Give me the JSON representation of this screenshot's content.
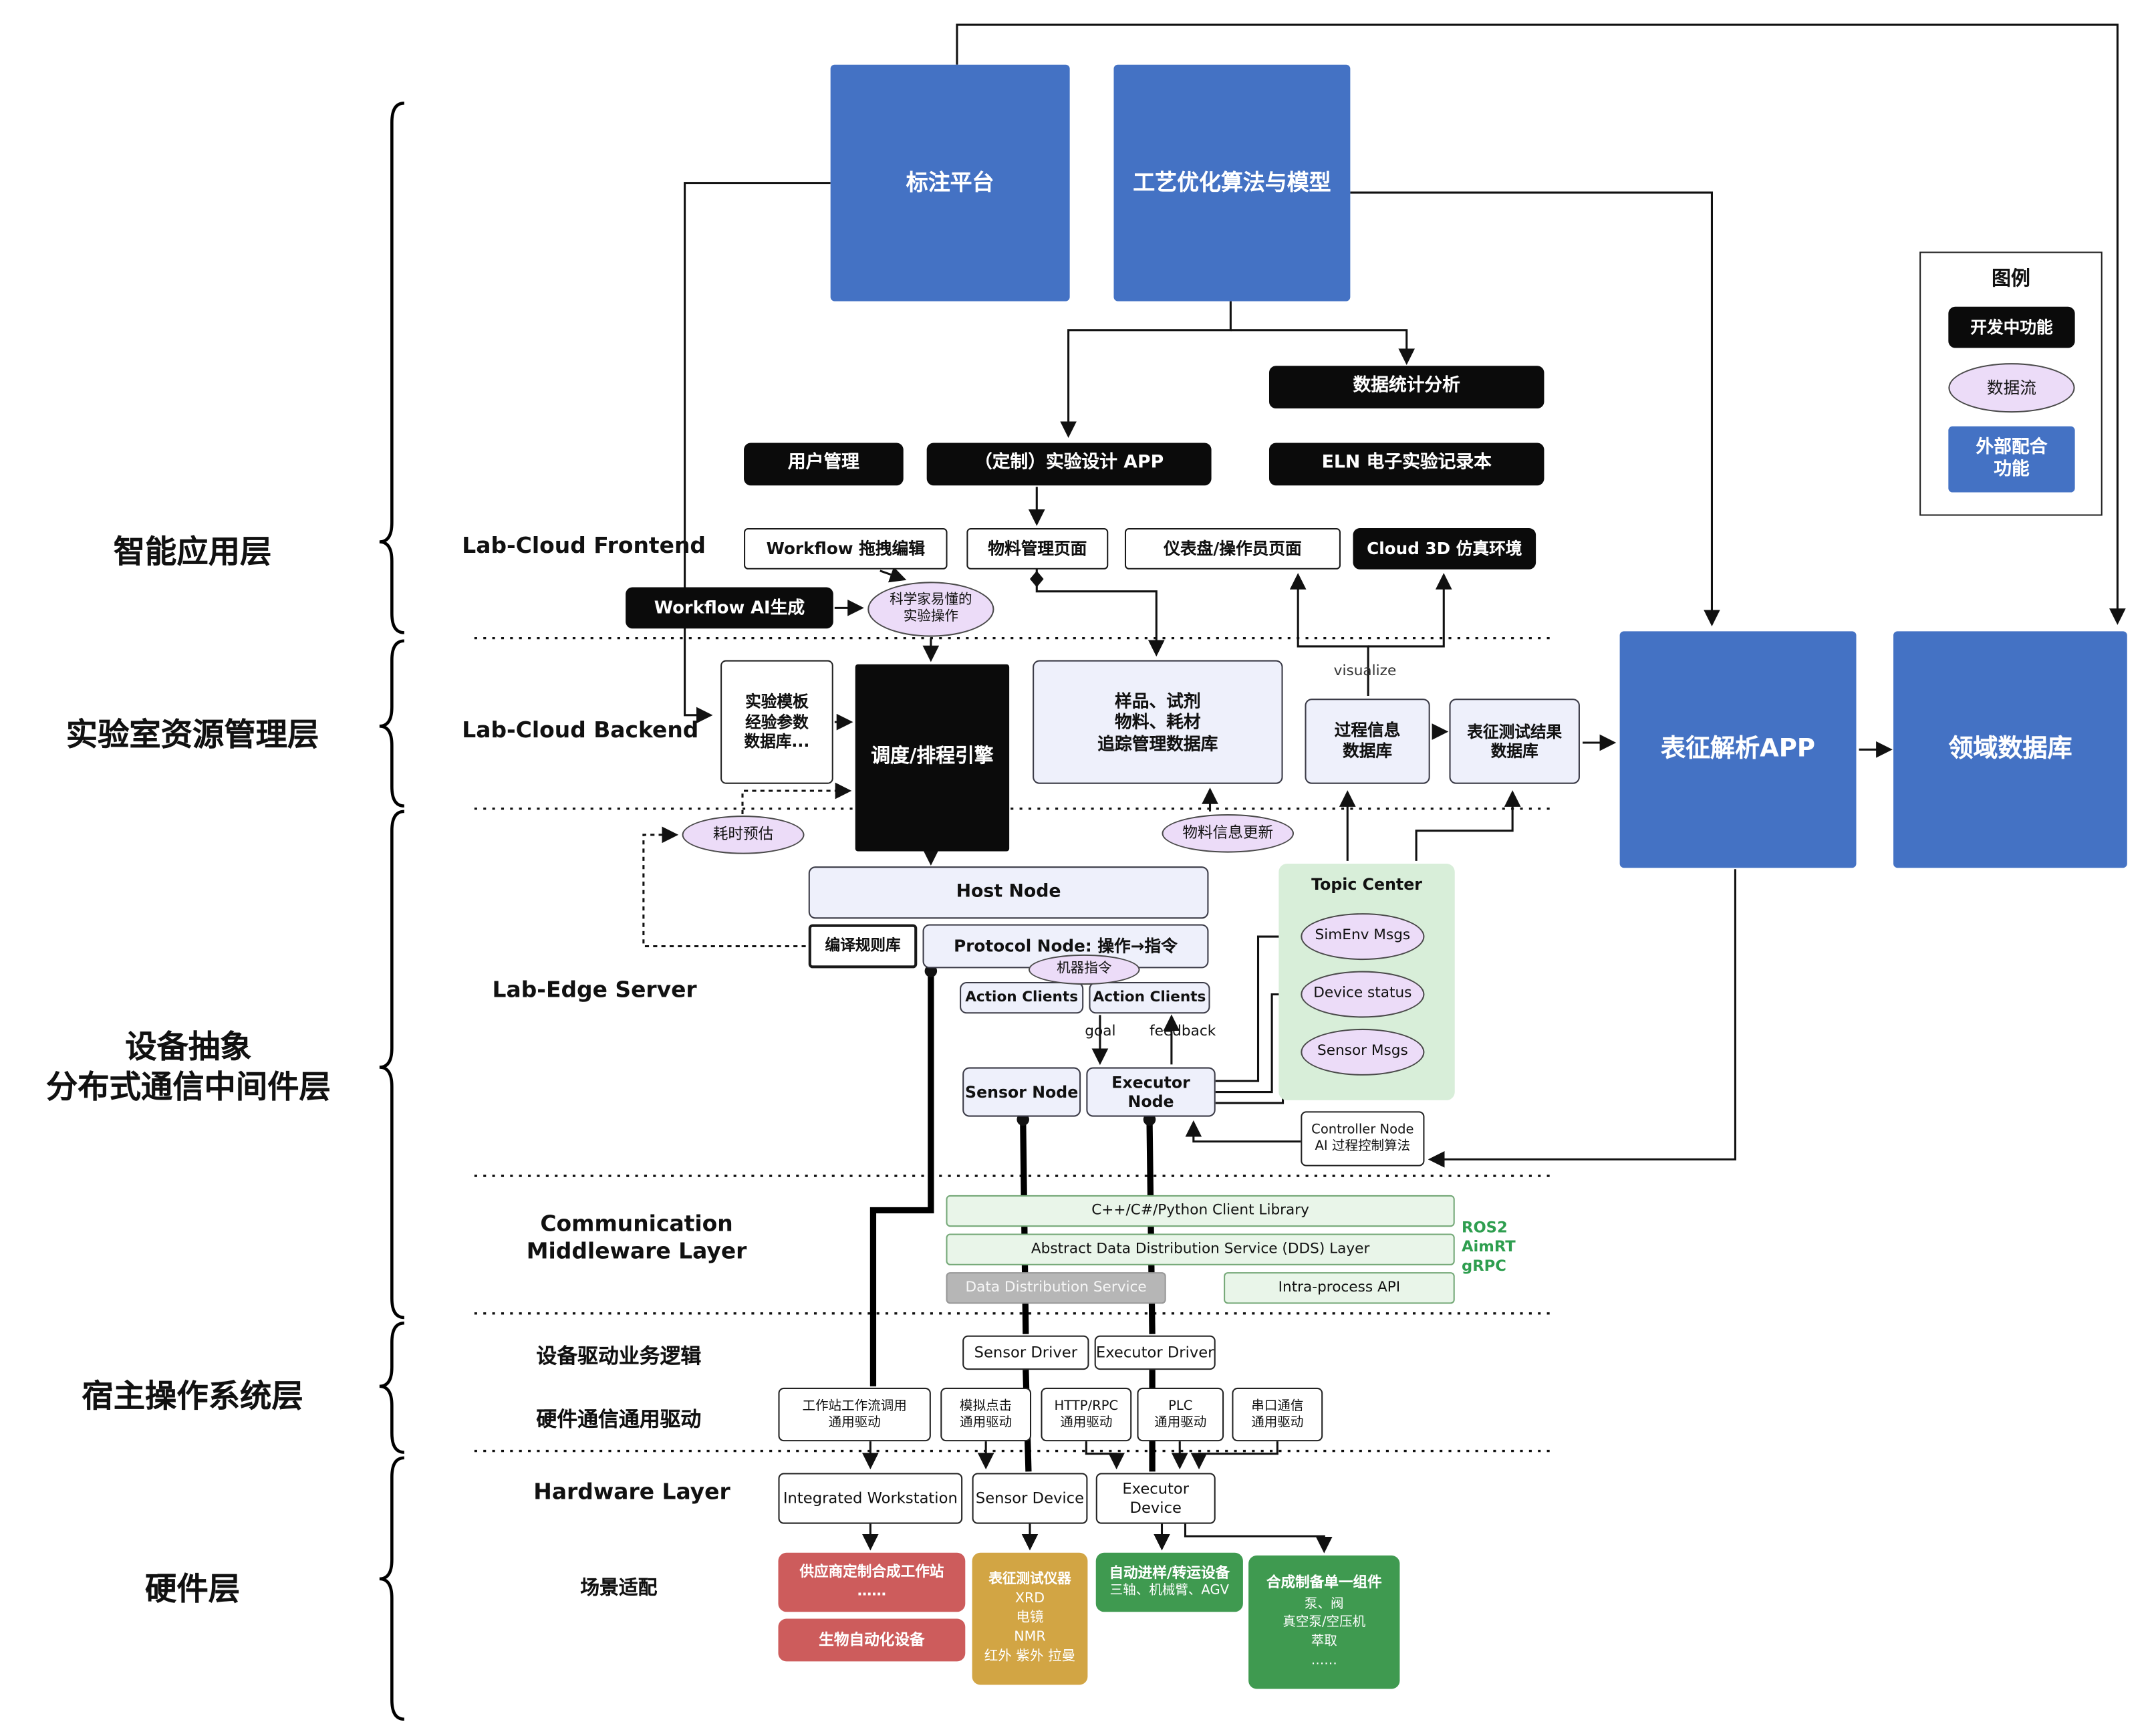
{
  "left_labels": {
    "app": "智能应用层",
    "resource": "实验室资源管理层",
    "device1": "设备抽象",
    "device2": "分布式通信中间件层",
    "host": "宿主操作系统层",
    "hardware": "硬件层"
  },
  "sections": {
    "frontend": "Lab-Cloud Frontend",
    "backend": "Lab-Cloud Backend",
    "edge": "Lab-Edge Server",
    "comm1": "Communication",
    "comm2": "Middleware Layer",
    "driver_logic": "设备驱动业务逻辑",
    "hw_driver": "硬件通信通用驱动",
    "hardware": "Hardware Layer",
    "scene": "场景适配"
  },
  "top": {
    "annotation": "标注平台",
    "optimization": "工艺优化算法与模型"
  },
  "apps": {
    "stats": "数据统计分析",
    "user": "用户管理",
    "design": "（定制）实验设计 APP",
    "eln": "ELN 电子实验记录本"
  },
  "frontend": {
    "workflow_edit": "Workflow 拖拽编辑",
    "material": "物料管理页面",
    "dashboard": "仪表盘/操作员页面",
    "cloud3d": "Cloud 3D 仿真环境",
    "workflow_ai": "Workflow AI生成",
    "scientist1": "科学家易懂的",
    "scientist2": "实验操作"
  },
  "backend": {
    "template": [
      "实验模板",
      "经验参数",
      "数据库..."
    ],
    "scheduler": "调度/排程引擎",
    "tracking": [
      "样品、试剂",
      "物料、耗材",
      "追踪管理数据库"
    ],
    "process": [
      "过程信息",
      "数据库"
    ],
    "char_result": [
      "表征测试结果",
      "数据库"
    ],
    "char_app": "表征解析APP",
    "domain_db": "领域数据库",
    "visualize": "visualize",
    "time_est": "耗时预估",
    "material_update": "物料信息更新"
  },
  "edge": {
    "host_node": "Host Node",
    "compile": "编译规则库",
    "protocol": "Protocol Node: 操作→指令",
    "machine_cmd": "机器指令",
    "action_left": "Action Clients",
    "action_right": "Action Clients",
    "goal": "goal",
    "feedback": "feedback",
    "sensor_node": "Sensor Node",
    "executor_node": "Executor Node",
    "topic_center": "Topic Center",
    "simenv": "SimEnv Msgs",
    "device_status": "Device status",
    "sensor_msgs": "Sensor Msgs",
    "controller1": "Controller Node",
    "controller2": "AI 过程控制算法"
  },
  "middleware": {
    "client": "C++/C#/Python Client Library",
    "dds": "Abstract Data Distribution Service (DDS) Layer",
    "dds_service": "Data Distribution Service",
    "intra": "Intra-process API",
    "stack": [
      "ROS2",
      "AimRT",
      "gRPC"
    ]
  },
  "drivers": {
    "sensor": "Sensor Driver",
    "executor": "Executor Driver",
    "generic": [
      {
        "l1": "工作站工作流调用",
        "l2": "通用驱动"
      },
      {
        "l1": "模拟点击",
        "l2": "通用驱动"
      },
      {
        "l1": "HTTP/RPC",
        "l2": "通用驱动"
      },
      {
        "l1": "PLC",
        "l2": "通用驱动"
      },
      {
        "l1": "串口通信",
        "l2": "通用驱动"
      }
    ]
  },
  "hardware": {
    "workstation": "Integrated Workstation",
    "sensor": "Sensor Device",
    "executor": "Executor Device"
  },
  "scene": {
    "vendor1": "供应商定制合成工作站",
    "vendor2": "……",
    "bio": "生物自动化设备",
    "charr": [
      "表征测试仪器",
      "XRD",
      "电镜",
      "NMR",
      "红外 紫外 拉曼"
    ],
    "transfer1": "自动进样/转运设备",
    "transfer2": "三轴、机械臂、AGV",
    "synth": [
      "合成制备单一组件",
      "泵、阀",
      "真空泵/空压机",
      "萃取",
      "……"
    ]
  },
  "legend": {
    "title": "图例",
    "developing": "开发中功能",
    "dataflow": "数据流",
    "external1": "外部配合",
    "external2": "功能"
  },
  "colors": {
    "blue": "#4472c4",
    "black": "#0b0b0b",
    "dataflow_purple": "#ecdcf8",
    "topic_green": "#d8eed9",
    "row_green": "#e9f5e9",
    "red": "#cd5c5c",
    "gold": "#d2a544",
    "green": "#3f9a50"
  }
}
